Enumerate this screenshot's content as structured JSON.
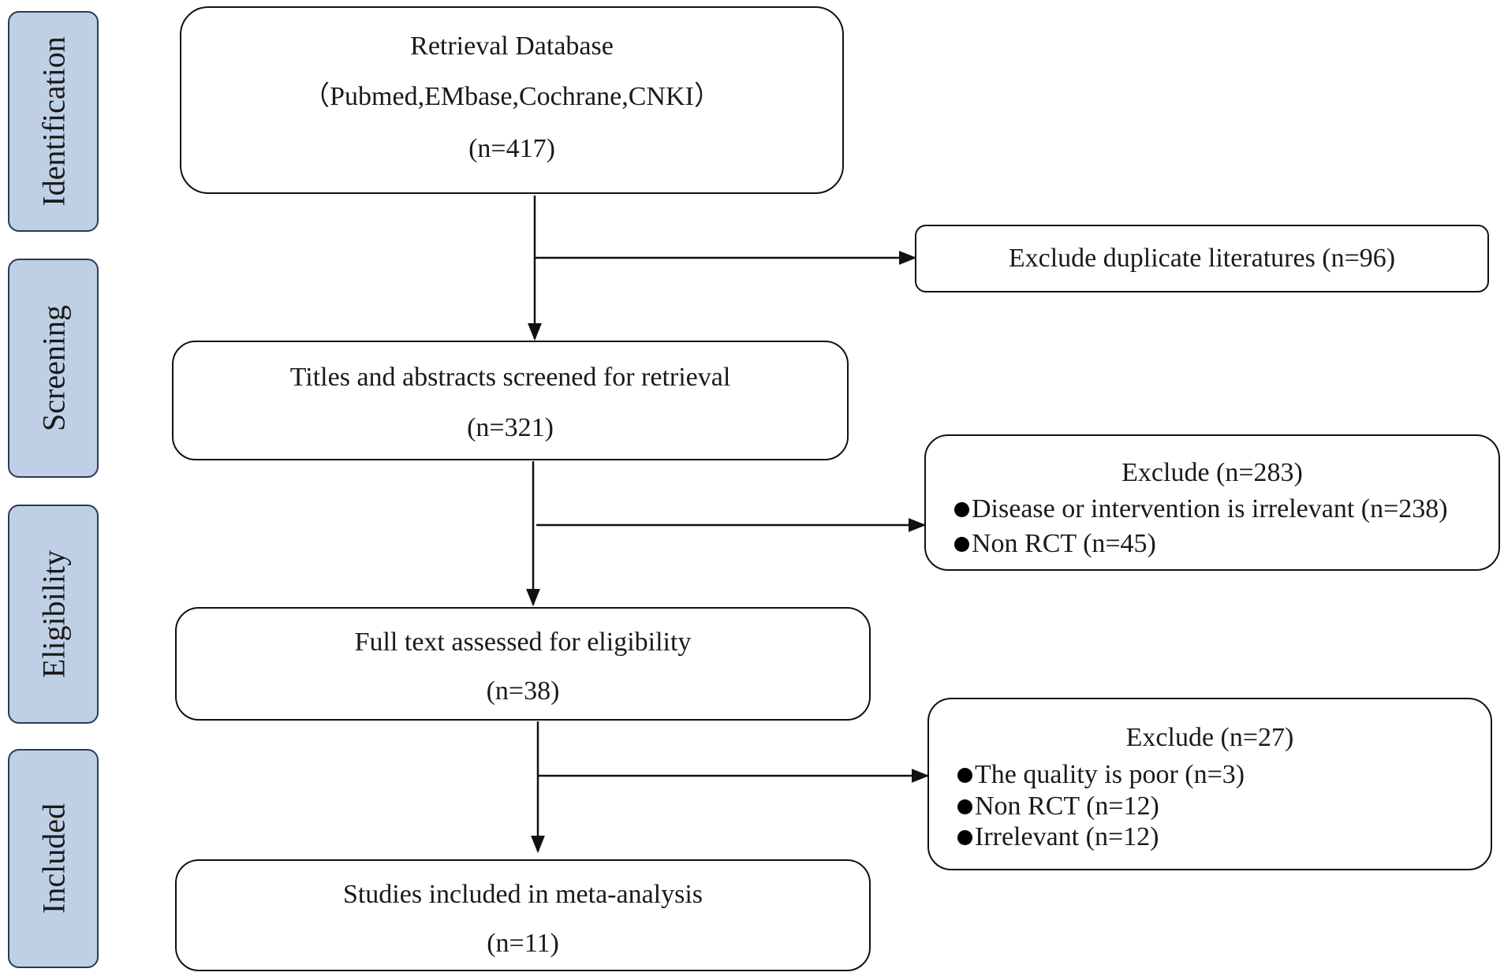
{
  "phases": [
    {
      "label": "Identification"
    },
    {
      "label": "Screening"
    },
    {
      "label": "Eligibility"
    },
    {
      "label": "Included"
    }
  ],
  "retrieval": {
    "title": "Retrieval Database",
    "sources": "（Pubmed,EMbase,Cochrane,CNKI）",
    "count": "(n=417)"
  },
  "duplicates": {
    "text": "Exclude duplicate literatures (n=96)"
  },
  "screening": {
    "title": "Titles and abstracts screened for retrieval",
    "count": "(n=321)"
  },
  "exclude1": {
    "title": "Exclude (n=283)",
    "items": [
      "Disease or intervention is irrelevant (n=238)",
      "Non RCT (n=45)"
    ]
  },
  "eligibility": {
    "title": "Full text assessed for eligibility",
    "count": "(n=38)"
  },
  "exclude2": {
    "title": "Exclude (n=27)",
    "items": [
      "The quality is poor (n=3)",
      "Non RCT (n=12)",
      "Irrelevant (n=12)"
    ]
  },
  "included": {
    "title": "Studies included in meta-analysis",
    "count": "(n=11)"
  }
}
